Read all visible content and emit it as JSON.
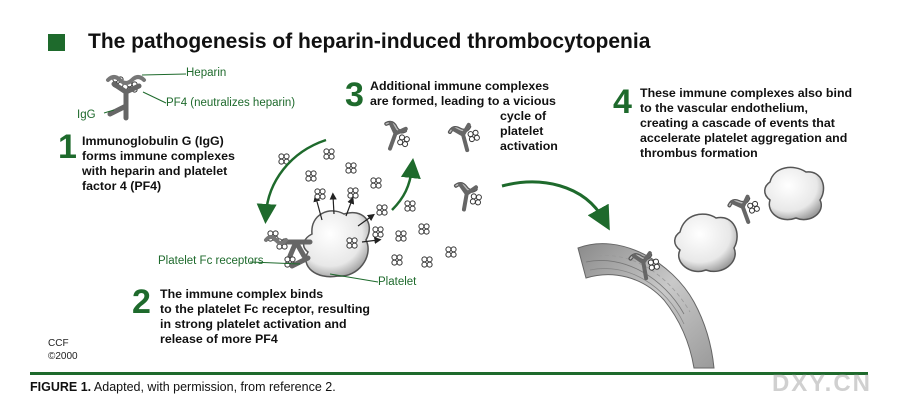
{
  "title": "The pathogenesis of heparin-induced thrombocytopenia",
  "labels": {
    "heparin": "Heparin",
    "igg": "IgG",
    "pf4": "PF4 (neutralizes heparin)",
    "fc_receptors": "Platelet Fc  receptors",
    "platelet": "Platelet"
  },
  "steps": [
    {
      "number": "1",
      "lines": [
        "Immunoglobulin G (IgG)",
        "forms immune complexes",
        "with heparin and platelet",
        "factor 4 (PF4)"
      ]
    },
    {
      "number": "2",
      "lines": [
        "The immune complex binds",
        "to the platelet Fc receptor, resulting",
        "in strong platelet activation and",
        "release of more PF4"
      ]
    },
    {
      "number": "3",
      "lines": [
        "Additional immune complexes",
        "are formed, leading to a vicious",
        "cycle of",
        "platelet",
        "activation"
      ]
    },
    {
      "number": "4",
      "lines": [
        "These immune complexes also bind",
        "to the vascular endothelium,",
        "creating a cascade of events that",
        "accelerate platelet aggregation and",
        "thrombus formation"
      ]
    }
  ],
  "credit": {
    "org": "CCF",
    "year": "©2000"
  },
  "caption": {
    "label": "FIGURE 1.",
    "text": " Adapted, with permission, from reference 2."
  },
  "watermark": "DXY.CN",
  "colors": {
    "accent": "#1e6a2c"
  }
}
